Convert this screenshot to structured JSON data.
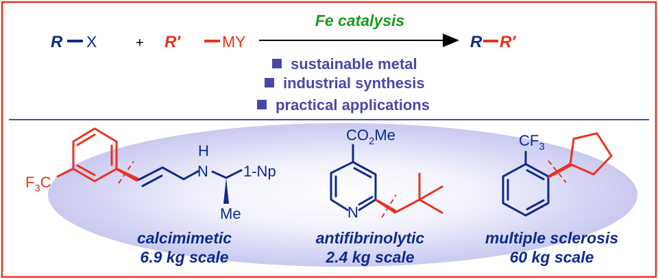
{
  "scheme": {
    "reactant1": {
      "r": "R",
      "x": "X"
    },
    "plus": "+",
    "reactant2": {
      "r": "R′",
      "my": "MY"
    },
    "arrow_label": "Fe catalysis",
    "product": {
      "r": "R",
      "r2": "R′"
    },
    "bullets": [
      "sustainable metal",
      "industrial synthesis",
      "practical applications"
    ]
  },
  "examples": [
    {
      "labels": {
        "cf3": [
          "F",
          "3",
          "C"
        ],
        "nh": "H",
        "n": "N",
        "np": "1-Np",
        "me": "Me"
      },
      "caption": "calcimimetic",
      "scale": "6.9 kg scale"
    },
    {
      "labels": {
        "ester": [
          "CO",
          "2",
          "Me"
        ],
        "n": "N"
      },
      "caption": "antifibrinolytic",
      "scale": "2.4 kg scale"
    },
    {
      "labels": {
        "cf3": [
          "CF",
          "3"
        ]
      },
      "caption": "multiple sclerosis",
      "scale": "60 kg scale"
    }
  ],
  "colors": {
    "border": "#e8321e",
    "navy": "#0d2a8c",
    "bullet": "#4848a8",
    "green": "#1a9a1a"
  }
}
